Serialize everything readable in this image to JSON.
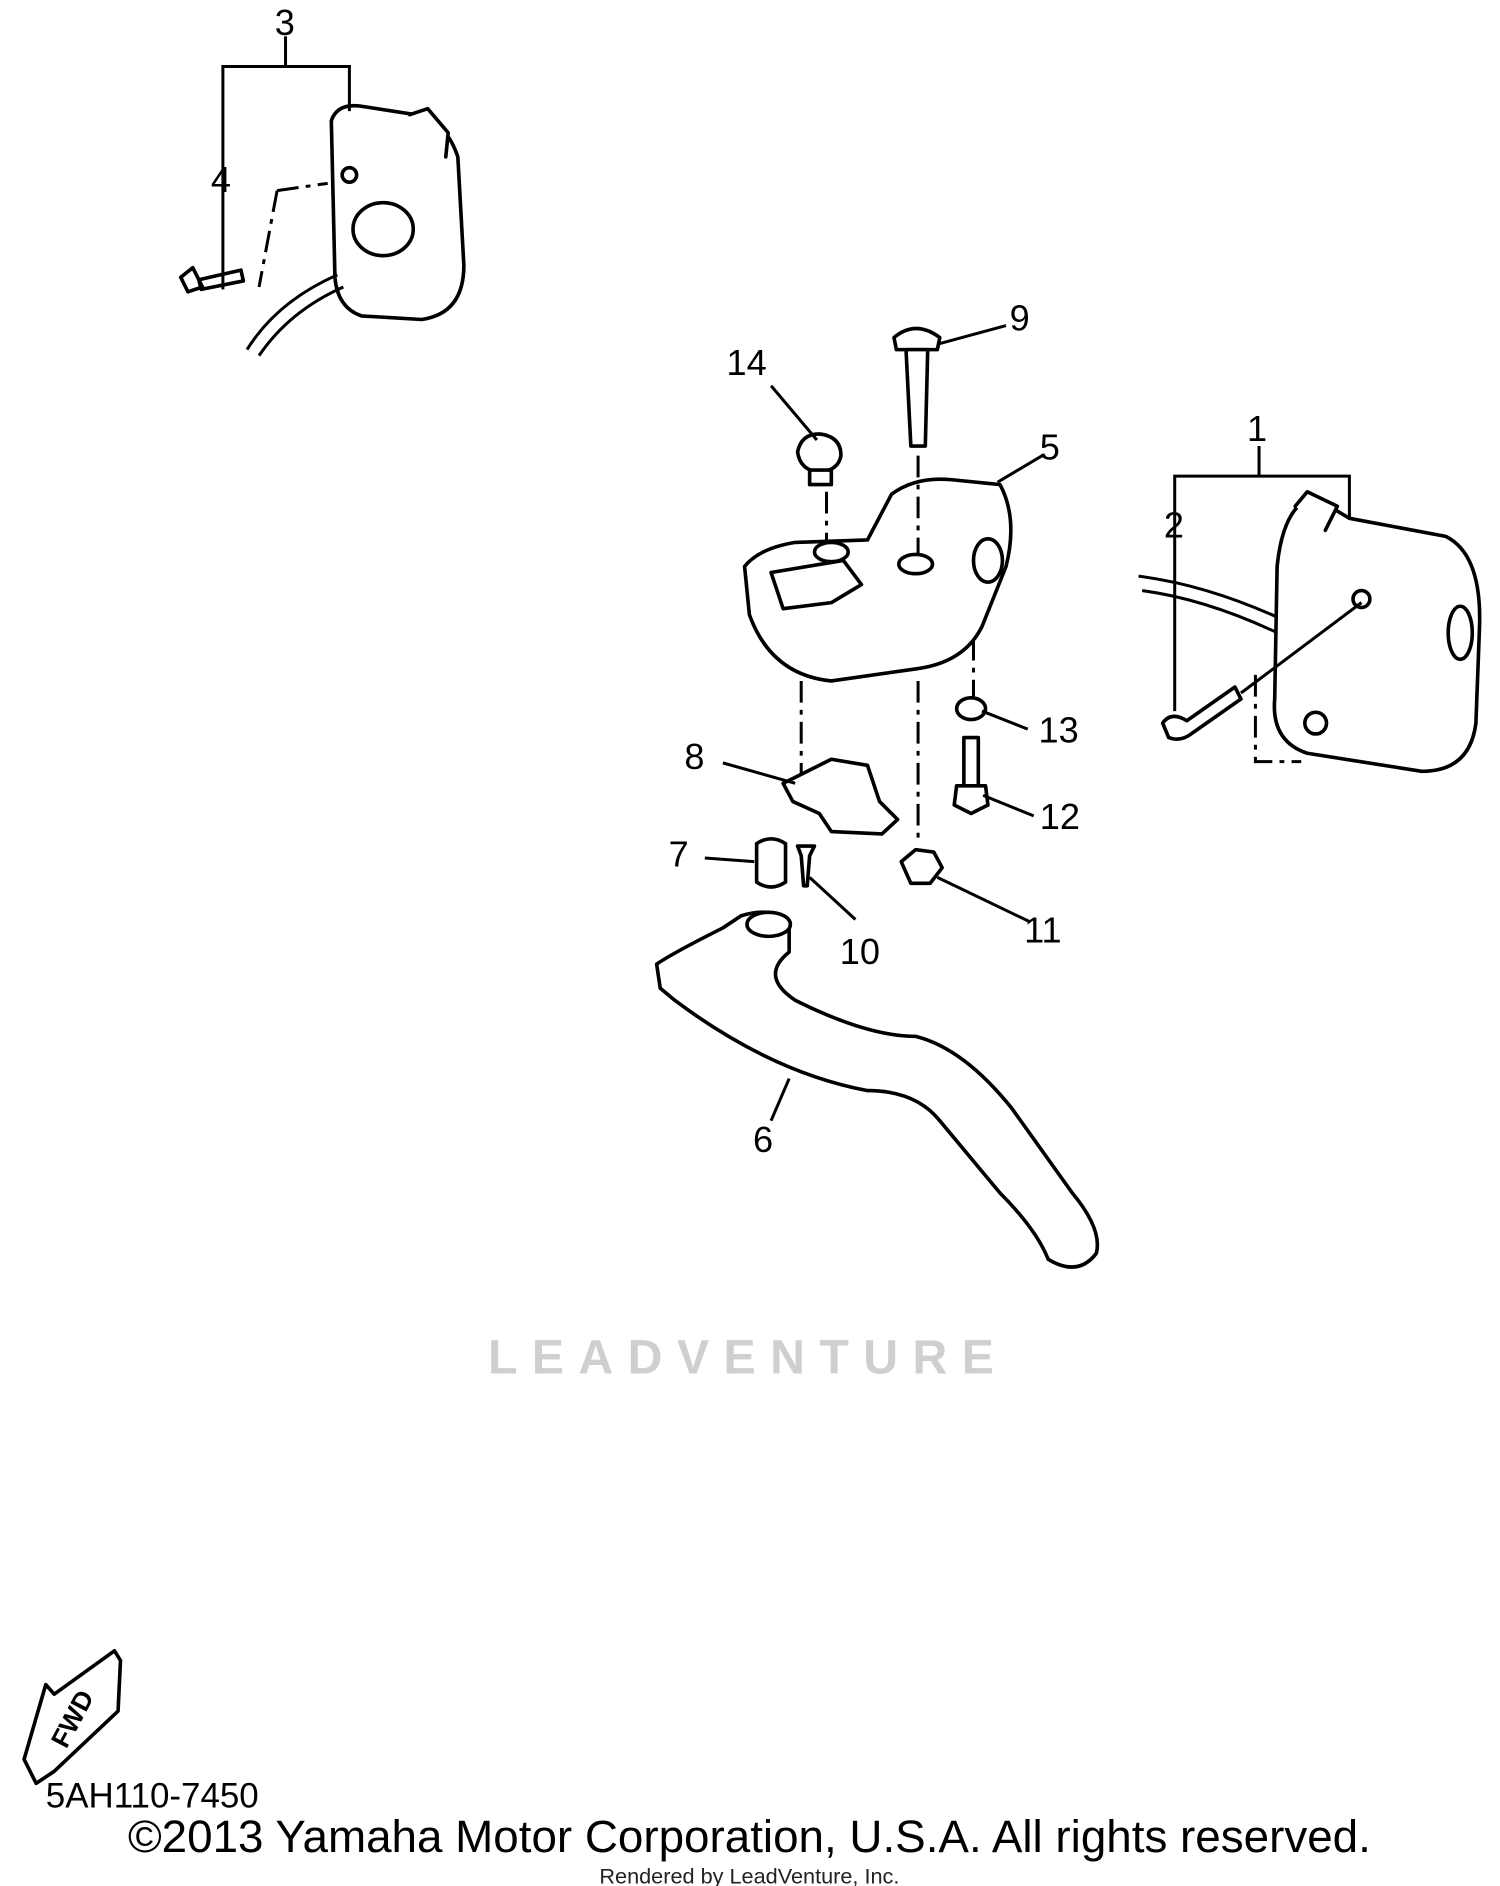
{
  "callouts": [
    "1",
    "2",
    "3",
    "4",
    "5",
    "6",
    "7",
    "8",
    "9",
    "10",
    "11",
    "12",
    "13",
    "14"
  ],
  "fwd_label": "FWD",
  "diagram_code": "5AH110-7450",
  "copyright": "©2013 Yamaha Motor Corporation, U.S.A. All rights reserved.",
  "rendered_by": "Rendered by LeadVenture, Inc.",
  "watermark": "LEADVENTURE"
}
